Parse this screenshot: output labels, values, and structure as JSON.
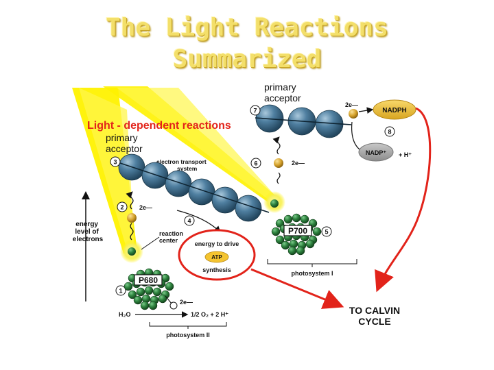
{
  "title_line1": "The Light Reactions",
  "title_line2": "Summarized",
  "light_dependent_label": "Light - dependent reactions",
  "primary_acceptor_label": "primary\nacceptor",
  "primary_acceptor_label_top": "primary\nacceptor",
  "energy_level_label": [
    "energy",
    "level of",
    "electrons"
  ],
  "electron_transport_label": [
    "electron transport",
    "system"
  ],
  "reaction_center_label": [
    "reaction",
    "center"
  ],
  "energy_to_drive_label": "energy to drive",
  "atp_label": "ATP",
  "synthesis_label": "synthesis",
  "p680_label": "P680",
  "p700_label": "P700",
  "photosystem_i_label": "photosystem I",
  "photosystem_ii_label": "photosystem II",
  "two_e_label": "2e—",
  "h2o_label": "H₂O",
  "oxygen_label": "1/2 O₂ + 2 H⁺",
  "nadph_label": "NADPH",
  "nadp_label": "NADP⁺",
  "plus_h_label": "+ H⁺",
  "calvin_label": [
    "TO CALVIN",
    "CYCLE"
  ],
  "step_numbers": [
    "1",
    "2",
    "3",
    "4",
    "5",
    "6",
    "7",
    "8"
  ],
  "colors": {
    "light_beam": "#fff200",
    "molecule": "#3f6f90",
    "electron": "#d9a020",
    "chlorophyll": "#2f7d3a",
    "red_arrow": "#e2231a",
    "label_red": "#e2231a"
  }
}
